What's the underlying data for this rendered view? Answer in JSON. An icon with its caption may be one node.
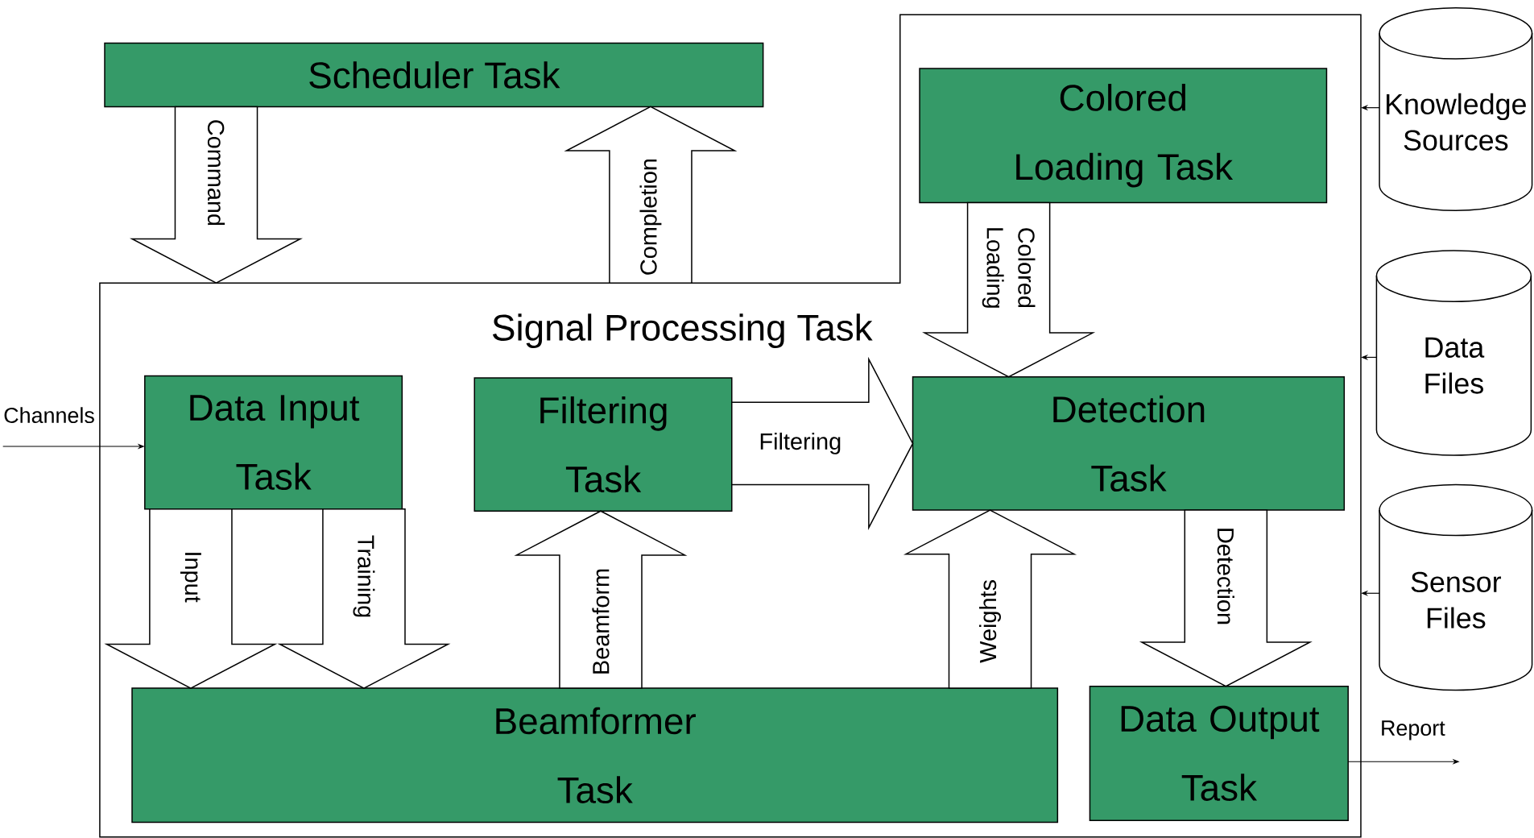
{
  "diagram": {
    "nodes": [
      {
        "text": [
          "Scheduler Task"
        ]
      },
      {
        "text": [
          "Signal Processing Task"
        ]
      },
      {
        "text": [
          "Colored Loading Task"
        ],
        "in": 1
      },
      {
        "text": [
          "Data Input Task"
        ],
        "in": 1
      },
      {
        "text": [
          "Filtering Task"
        ],
        "in": 1
      },
      {
        "text": [
          "Detection Task"
        ],
        "in": 1
      },
      {
        "text": [
          "Beamformer Task"
        ],
        "in": 1
      },
      {
        "text": [
          "Data Output Task"
        ],
        "in": 1
      },
      {
        "text": [
          "Knowledge Sources"
        ]
      },
      {
        "text": [
          "Data Files"
        ]
      },
      {
        "text": [
          "Sensor Files"
        ]
      }
    ],
    "edges": [
      {
        "from": 0,
        "to": 1,
        "arrow": "to",
        "label": "Command"
      },
      {
        "from": 1,
        "to": 0,
        "arrow": "to",
        "label": "Completion"
      },
      {
        "from": 2,
        "to": 5,
        "arrow": "to",
        "label": "Colored Loading"
      },
      {
        "from": null,
        "to": 3,
        "arrow": "to",
        "label": "Channels"
      },
      {
        "from": 3,
        "to": 6,
        "arrow": "to",
        "label": "Input"
      },
      {
        "from": 3,
        "to": 6,
        "arrow": "to",
        "label": "Training"
      },
      {
        "from": 6,
        "to": 4,
        "arrow": "to",
        "label": "Beamform"
      },
      {
        "from": 4,
        "to": 5,
        "arrow": "to",
        "label": "Filtering"
      },
      {
        "from": 6,
        "to": 5,
        "arrow": "to",
        "label": "Weights"
      },
      {
        "from": 5,
        "to": 7,
        "arrow": "to",
        "label": "Detection"
      },
      {
        "from": 7,
        "to": null,
        "arrow": "to",
        "label": "Report"
      },
      {
        "from": 8,
        "to": 1,
        "arrow": "to"
      },
      {
        "from": 9,
        "to": 1,
        "arrow": "to"
      },
      {
        "from": 10,
        "to": 1,
        "arrow": "to"
      }
    ]
  }
}
